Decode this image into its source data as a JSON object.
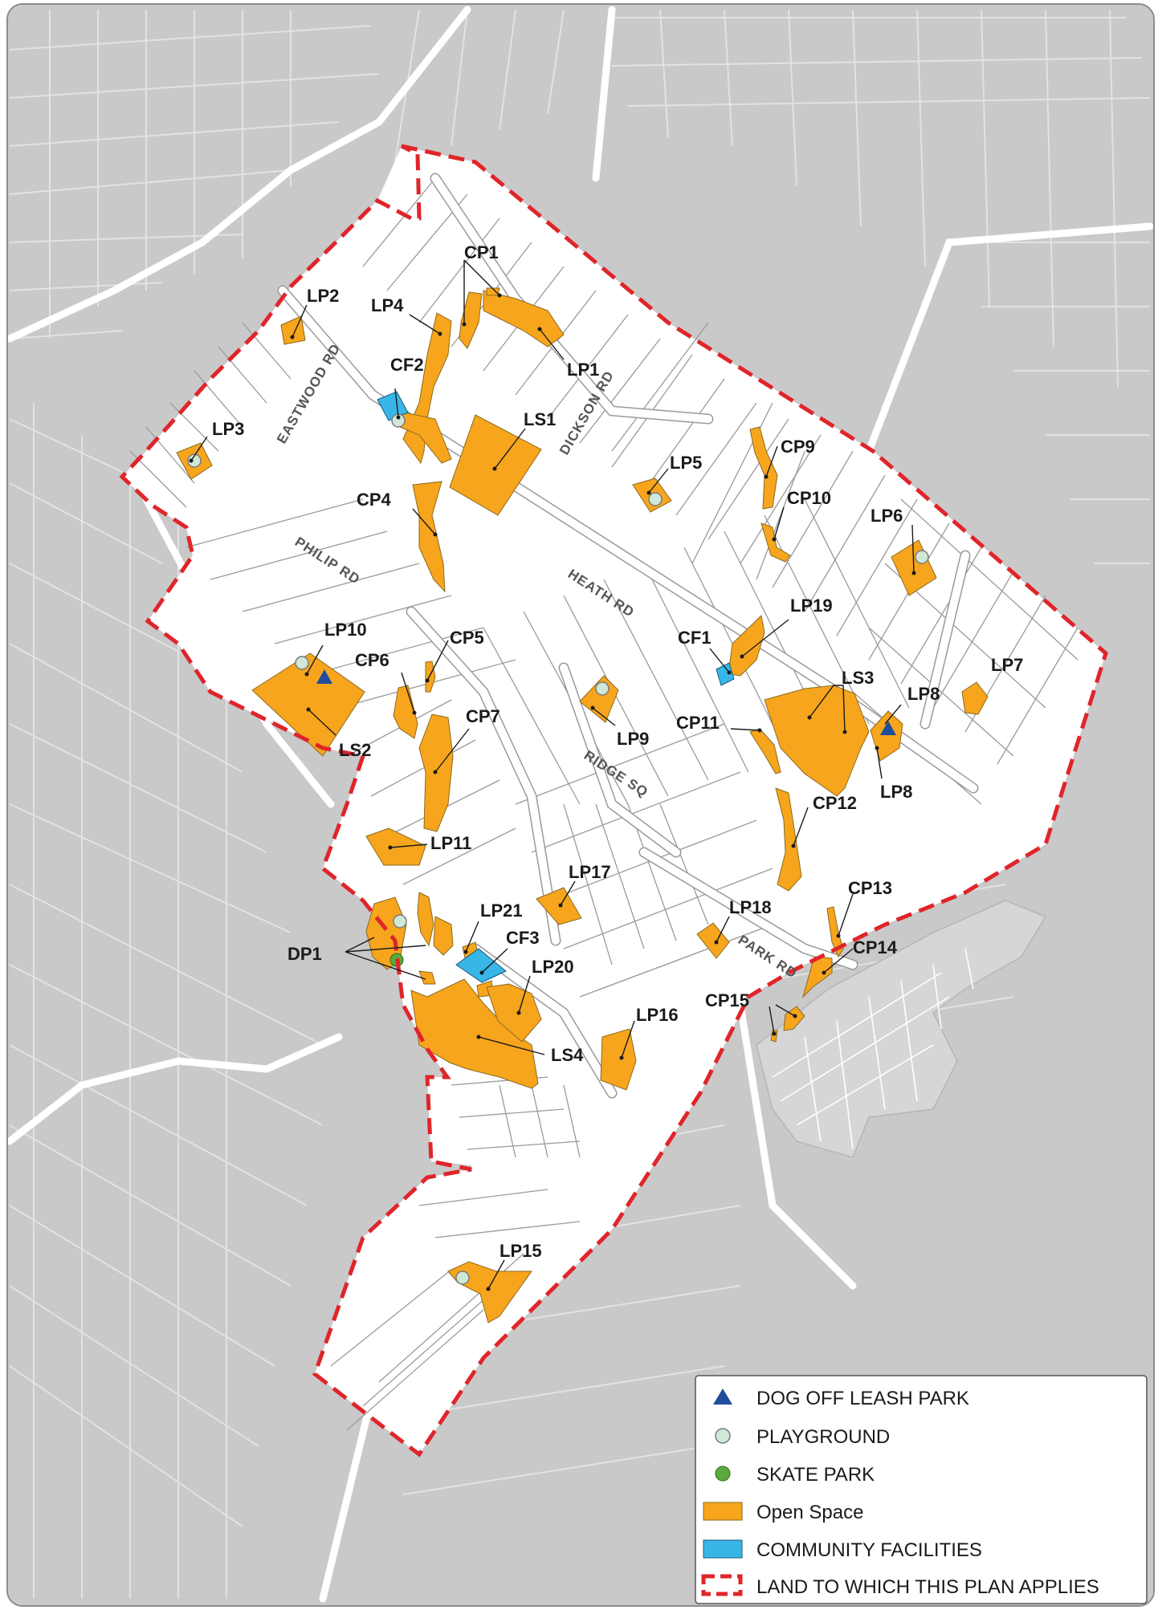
{
  "colors": {
    "background": "#c9c9c9",
    "land_area": "#ffffff",
    "lot_lines": "#9a9a9a",
    "open_space": "#f7a51c",
    "community": "#38b6e8",
    "playground": "#cfe8d8",
    "skate": "#5aaa3c",
    "dog": "#1f4e9c",
    "boundary": "#e0252a"
  },
  "roads": {
    "eastwood": "EASTWOOD RD",
    "dickson": "DICKSON RD",
    "heath": "HEATH RD",
    "philip": "PHILIP RD",
    "ridge": "RIDGE SQ",
    "park": "PARK RD"
  },
  "sites": {
    "LP1": "LP1",
    "LP2": "LP2",
    "LP3": "LP3",
    "LP4": "LP4",
    "LP5": "LP5",
    "LP6": "LP6",
    "LP7": "LP7",
    "LP8": "LP8",
    "LP9": "LP9",
    "LP10": "LP10",
    "LP11": "LP11",
    "LP15": "LP15",
    "LP16": "LP16",
    "LP17": "LP17",
    "LP18": "LP18",
    "LP19": "LP19",
    "LP20": "LP20",
    "LP21": "LP21",
    "CP1": "CP1",
    "CP4": "CP4",
    "CP5": "CP5",
    "CP6": "CP6",
    "CP7": "CP7",
    "CP9": "CP9",
    "CP10": "CP10",
    "CP11": "CP11",
    "CP12": "CP12",
    "CP13": "CP13",
    "CP14": "CP14",
    "CP15": "CP15",
    "LS1": "LS1",
    "LS2": "LS2",
    "LS3": "LS3",
    "LS4": "LS4",
    "CF1": "CF1",
    "CF2": "CF2",
    "CF3": "CF3",
    "DP1": "DP1"
  },
  "legend": {
    "dog": "DOG OFF LEASH PARK",
    "playground": "PLAYGROUND",
    "skate": "SKATE PARK",
    "open_space": "Open Space",
    "community": "COMMUNITY FACILITIES",
    "boundary": "LAND TO WHICH THIS PLAN APPLIES"
  }
}
